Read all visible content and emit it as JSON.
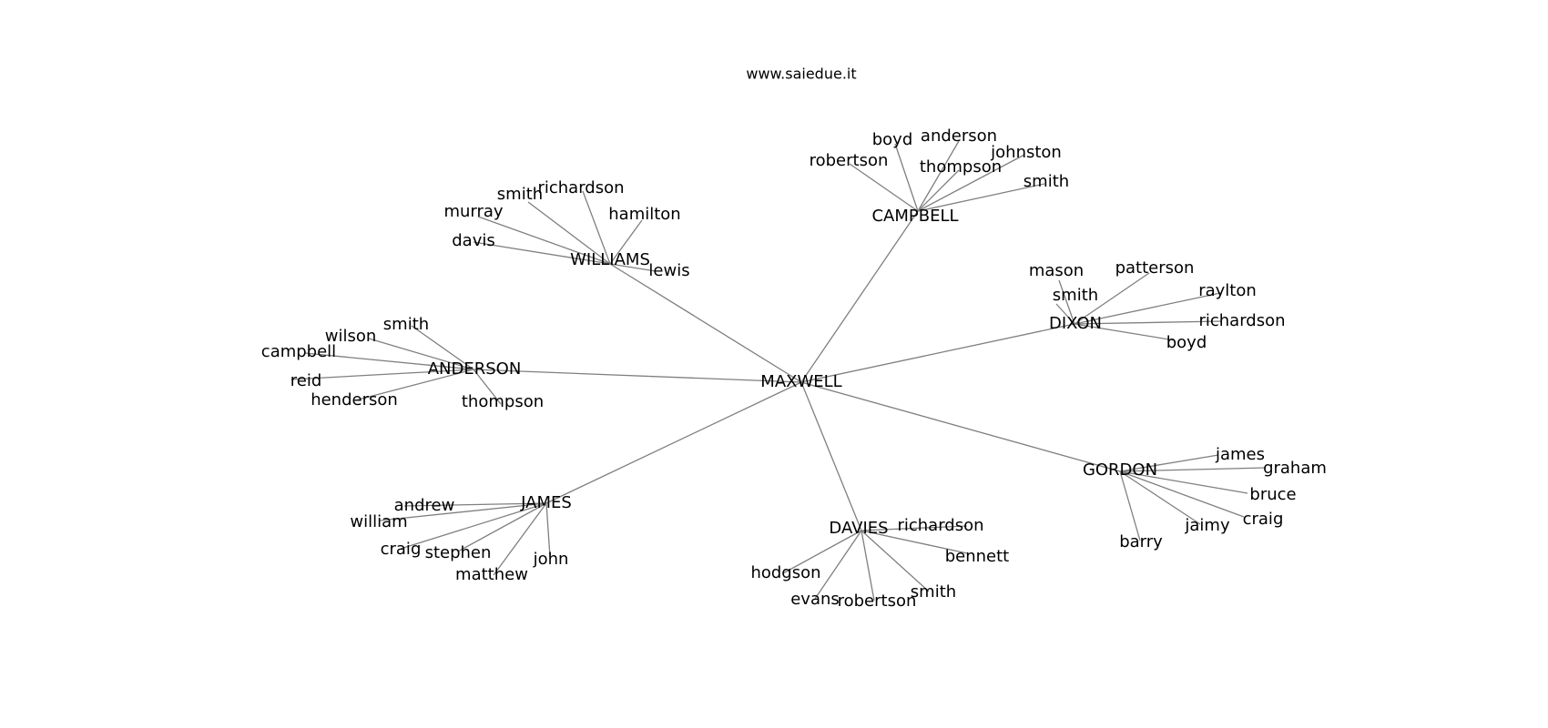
{
  "title": "www.saiedue.it",
  "root": "MAXWELL",
  "hubs": [
    {
      "id": "williams",
      "label": "WILLIAMS",
      "leaves": [
        "smith",
        "richardson",
        "hamilton",
        "murray",
        "davis",
        "lewis"
      ]
    },
    {
      "id": "campbell",
      "label": "CAMPBELL",
      "leaves": [
        "boyd",
        "anderson",
        "robertson",
        "thompson",
        "johnston",
        "smith"
      ]
    },
    {
      "id": "dixon",
      "label": "DIXON",
      "leaves": [
        "mason",
        "patterson",
        "raylton",
        "richardson",
        "boyd",
        "smith"
      ]
    },
    {
      "id": "anderson",
      "label": "ANDERSON",
      "leaves": [
        "smith",
        "wilson",
        "campbell",
        "reid",
        "henderson",
        "thompson"
      ]
    },
    {
      "id": "gordon",
      "label": "GORDON",
      "leaves": [
        "james",
        "graham",
        "bruce",
        "craig",
        "jaimy",
        "barry"
      ]
    },
    {
      "id": "james",
      "label": "JAMES",
      "leaves": [
        "andrew",
        "william",
        "craig",
        "stephen",
        "matthew",
        "john"
      ]
    },
    {
      "id": "davies",
      "label": "DAVIES",
      "leaves": [
        "richardson",
        "bennett",
        "hodgson",
        "evans",
        "robertson",
        "smith"
      ]
    }
  ]
}
